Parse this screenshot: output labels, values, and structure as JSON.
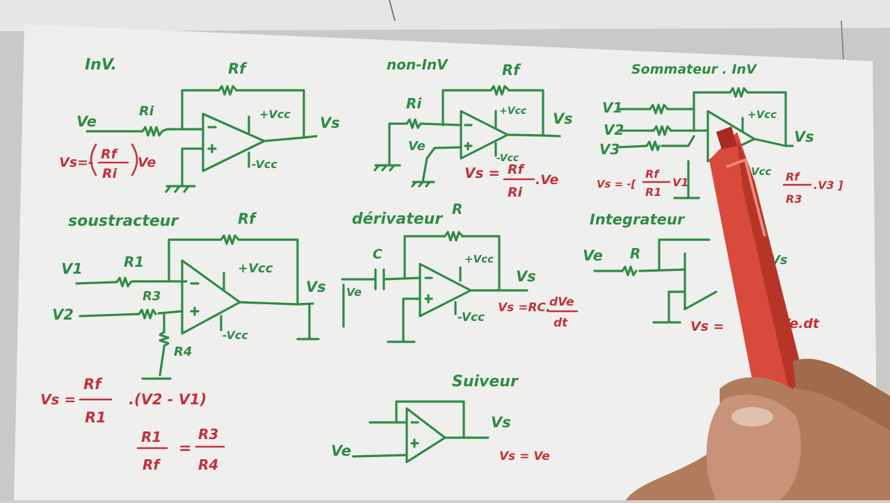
{
  "circuits": {
    "inv": {
      "title": "InV.",
      "rf": "Rf",
      "ri": "Ri",
      "ve": "Ve",
      "vs": "Vs",
      "pvcc": "+Vcc",
      "nvcc": "-Vcc",
      "formula_lhs": "Vs=-",
      "formula_num": "Rf",
      "formula_den": "Ri",
      "formula_tail": "Ve"
    },
    "noninv": {
      "title": "non-InV",
      "rf": "Rf",
      "ri": "Ri",
      "ve": "Ve",
      "vs": "Vs",
      "pvcc": "+Vcc",
      "nvcc": "-Vcc",
      "formula_lhs": "Vs =",
      "formula_num": "Rf",
      "formula_den": "Ri",
      "formula_tail": ".Ve"
    },
    "summer": {
      "title": "Sommateur . InV",
      "v1": "V1",
      "v2": "V2",
      "v3": "V3",
      "vs": "Vs",
      "pvcc": "+Vcc",
      "nvcc": "Vcc",
      "formula_lhs": "Vs = -[",
      "f1_num": "Rf",
      "f1_den": "R1",
      "f1_tail": "V1",
      "f3_num": "Rf",
      "f3_den": "R3",
      "f3_tail": ".V3 ]"
    },
    "sub": {
      "title": "soustracteur",
      "rf": "Rf",
      "r1": "R1",
      "r3": "R3",
      "r4": "R4",
      "v1": "V1",
      "v2": "V2",
      "vs": "Vs",
      "pvcc": "+Vcc",
      "nvcc": "-Vcc",
      "formula_lhs": "Vs =",
      "formula_num": "Rf",
      "formula_den": "R1",
      "formula_tail": ".(V2 - V1)",
      "ratio_num1": "R1",
      "ratio_den1": "Rf",
      "ratio_eq": "=",
      "ratio_num2": "R3",
      "ratio_den2": "R4"
    },
    "diff": {
      "title": "dérivateur",
      "r": "R",
      "c": "C",
      "ve": "Ve",
      "vs": "Vs",
      "pvcc": "+Vcc",
      "nvcc": "-Vcc",
      "formula_lhs": "Vs =RC.",
      "formula_num": "dVe",
      "formula_den": "dt"
    },
    "integ": {
      "title": "Integrateur",
      "r": "R",
      "ve": "Ve",
      "vs": "Vs",
      "formula_lhs": "Vs =",
      "formula_tail": "Ve.dt"
    },
    "follower": {
      "title": "Suiveur",
      "ve": "Ve",
      "vs": "Vs",
      "formula": "Vs = Ve"
    }
  }
}
